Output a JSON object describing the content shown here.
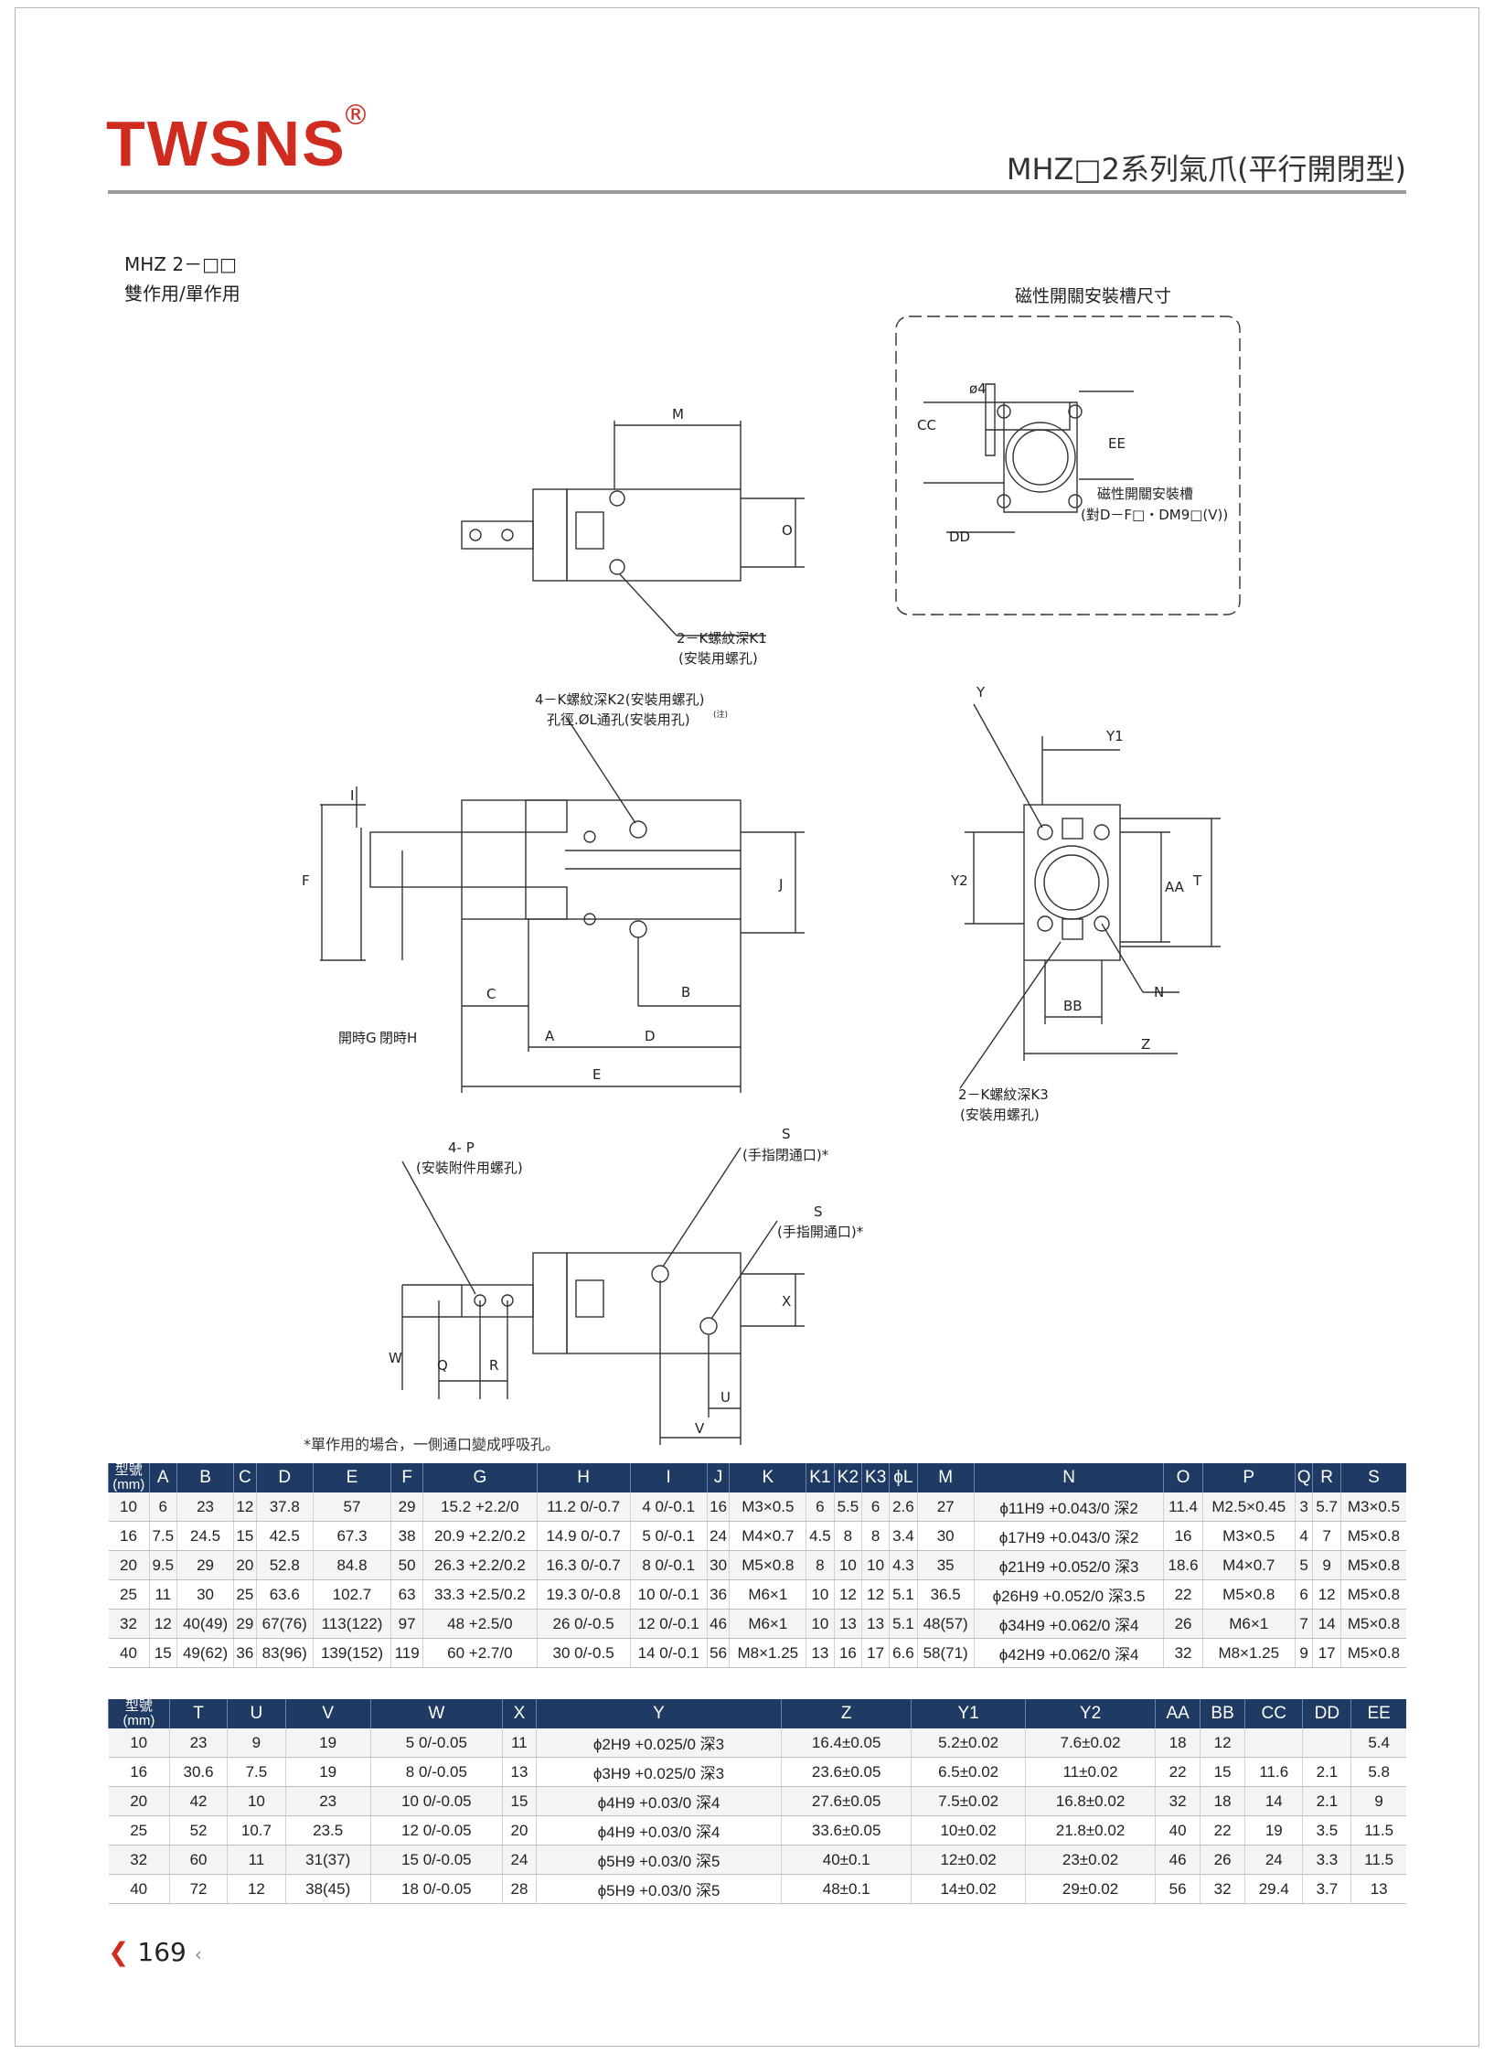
{
  "brand": {
    "name": "TWSNS",
    "registered": "®"
  },
  "doc_title": "MHZ□2系列氣爪(平行開閉型)",
  "model_code": "MHZ 2－□□",
  "action_type": "雙作用/單作用",
  "diagram": {
    "sensor_slot_title": "磁性開關安裝槽尺寸",
    "sensor_slot_label": "磁性開關安裝槽",
    "sensor_slot_note": "(對D－F□・DM9□(V))",
    "phi4": "ø4",
    "cc": "CC",
    "ee": "EE",
    "dd": "DD",
    "m": "M",
    "o": "O",
    "k1_label": "2－K螺紋深K1",
    "k1_sub": "(安裝用螺孔)",
    "k2_label": "4－K螺紋深K2(安裝用螺孔)",
    "l_label": "孔徑.ØL通孔(安裝用孔)",
    "l_sup": "(注)",
    "i": "I",
    "f": "F",
    "j": "J",
    "g": "開時G",
    "h": "閉時H",
    "c": "C",
    "b": "B",
    "a": "A",
    "d": "D",
    "e": "E",
    "y": "Y",
    "y1": "Y1",
    "y2": "Y2",
    "aa": "AA",
    "t": "T",
    "n": "N",
    "bb": "BB",
    "z": "Z",
    "k3_label": "2－K螺紋深K3",
    "k3_sub": "(安裝用螺孔)",
    "p_label": "4- P",
    "p_sub": "(安裝附件用螺孔)",
    "s_label": "S",
    "s_close": "(手指閉通口)*",
    "s_open": "(手指開通口)*",
    "x": "X",
    "w": "W",
    "q": "Q",
    "r": "R",
    "u": "U",
    "v": "V",
    "single_note": "*單作用的場合，一側通口變成呼吸孔。"
  },
  "table1": {
    "headers": [
      "型號\n(mm)",
      "A",
      "B",
      "C",
      "D",
      "E",
      "F",
      "G",
      "H",
      "I",
      "J",
      "K",
      "K1",
      "K2",
      "K3",
      "ϕL",
      "M",
      "N",
      "O",
      "P",
      "Q",
      "R",
      "S"
    ],
    "rows": [
      [
        "10",
        "6",
        "23",
        "12",
        "37.8",
        "57",
        "29",
        "15.2 +2.2/0",
        "11.2 0/-0.7",
        "4 0/-0.1",
        "16",
        "M3×0.5",
        "6",
        "5.5",
        "6",
        "2.6",
        "27",
        "ϕ11H9 +0.043/0 深2",
        "11.4",
        "M2.5×0.45",
        "3",
        "5.7",
        "M3×0.5"
      ],
      [
        "16",
        "7.5",
        "24.5",
        "15",
        "42.5",
        "67.3",
        "38",
        "20.9 +2.2/0.2",
        "14.9 0/-0.7",
        "5 0/-0.1",
        "24",
        "M4×0.7",
        "4.5",
        "8",
        "8",
        "3.4",
        "30",
        "ϕ17H9 +0.043/0 深2",
        "16",
        "M3×0.5",
        "4",
        "7",
        "M5×0.8"
      ],
      [
        "20",
        "9.5",
        "29",
        "20",
        "52.8",
        "84.8",
        "50",
        "26.3 +2.2/0.2",
        "16.3 0/-0.7",
        "8 0/-0.1",
        "30",
        "M5×0.8",
        "8",
        "10",
        "10",
        "4.3",
        "35",
        "ϕ21H9 +0.052/0 深3",
        "18.6",
        "M4×0.7",
        "5",
        "9",
        "M5×0.8"
      ],
      [
        "25",
        "11",
        "30",
        "25",
        "63.6",
        "102.7",
        "63",
        "33.3 +2.5/0.2",
        "19.3 0/-0.8",
        "10 0/-0.1",
        "36",
        "M6×1",
        "10",
        "12",
        "12",
        "5.1",
        "36.5",
        "ϕ26H9 +0.052/0 深3.5",
        "22",
        "M5×0.8",
        "6",
        "12",
        "M5×0.8"
      ],
      [
        "32",
        "12",
        "40(49)",
        "29",
        "67(76)",
        "113(122)",
        "97",
        "48 +2.5/0",
        "26 0/-0.5",
        "12 0/-0.1",
        "46",
        "M6×1",
        "10",
        "13",
        "13",
        "5.1",
        "48(57)",
        "ϕ34H9 +0.062/0 深4",
        "26",
        "M6×1",
        "7",
        "14",
        "M5×0.8"
      ],
      [
        "40",
        "15",
        "49(62)",
        "36",
        "83(96)",
        "139(152)",
        "119",
        "60 +2.7/0",
        "30 0/-0.5",
        "14 0/-0.1",
        "56",
        "M8×1.25",
        "13",
        "16",
        "17",
        "6.6",
        "58(71)",
        "ϕ42H9 +0.062/0 深4",
        "32",
        "M8×1.25",
        "9",
        "17",
        "M5×0.8"
      ]
    ]
  },
  "table2": {
    "headers": [
      "型號\n(mm)",
      "T",
      "U",
      "V",
      "W",
      "X",
      "Y",
      "Z",
      "Y1",
      "Y2",
      "AA",
      "BB",
      "CC",
      "DD",
      "EE"
    ],
    "rows": [
      [
        "10",
        "23",
        "9",
        "19",
        "5 0/-0.05",
        "11",
        "ϕ2H9 +0.025/0 深3",
        "16.4±0.05",
        "5.2±0.02",
        "7.6±0.02",
        "18",
        "12",
        "",
        "",
        "5.4"
      ],
      [
        "16",
        "30.6",
        "7.5",
        "19",
        "8 0/-0.05",
        "13",
        "ϕ3H9 +0.025/0 深3",
        "23.6±0.05",
        "6.5±0.02",
        "11±0.02",
        "22",
        "15",
        "11.6",
        "2.1",
        "5.8"
      ],
      [
        "20",
        "42",
        "10",
        "23",
        "10 0/-0.05",
        "15",
        "ϕ4H9 +0.03/0 深4",
        "27.6±0.05",
        "7.5±0.02",
        "16.8±0.02",
        "32",
        "18",
        "14",
        "2.1",
        "9"
      ],
      [
        "25",
        "52",
        "10.7",
        "23.5",
        "12 0/-0.05",
        "20",
        "ϕ4H9 +0.03/0 深4",
        "33.6±0.05",
        "10±0.02",
        "21.8±0.02",
        "40",
        "22",
        "19",
        "3.5",
        "11.5"
      ],
      [
        "32",
        "60",
        "11",
        "31(37)",
        "15 0/-0.05",
        "24",
        "ϕ5H9 +0.03/0 深5",
        "40±0.1",
        "12±0.02",
        "23±0.02",
        "46",
        "26",
        "24",
        "3.3",
        "11.5"
      ],
      [
        "40",
        "72",
        "12",
        "38(45)",
        "18 0/-0.05",
        "28",
        "ϕ5H9 +0.03/0 深5",
        "48±0.1",
        "14±0.02",
        "29±0.02",
        "56",
        "32",
        "29.4",
        "3.7",
        "13"
      ]
    ]
  },
  "page_number": "169"
}
